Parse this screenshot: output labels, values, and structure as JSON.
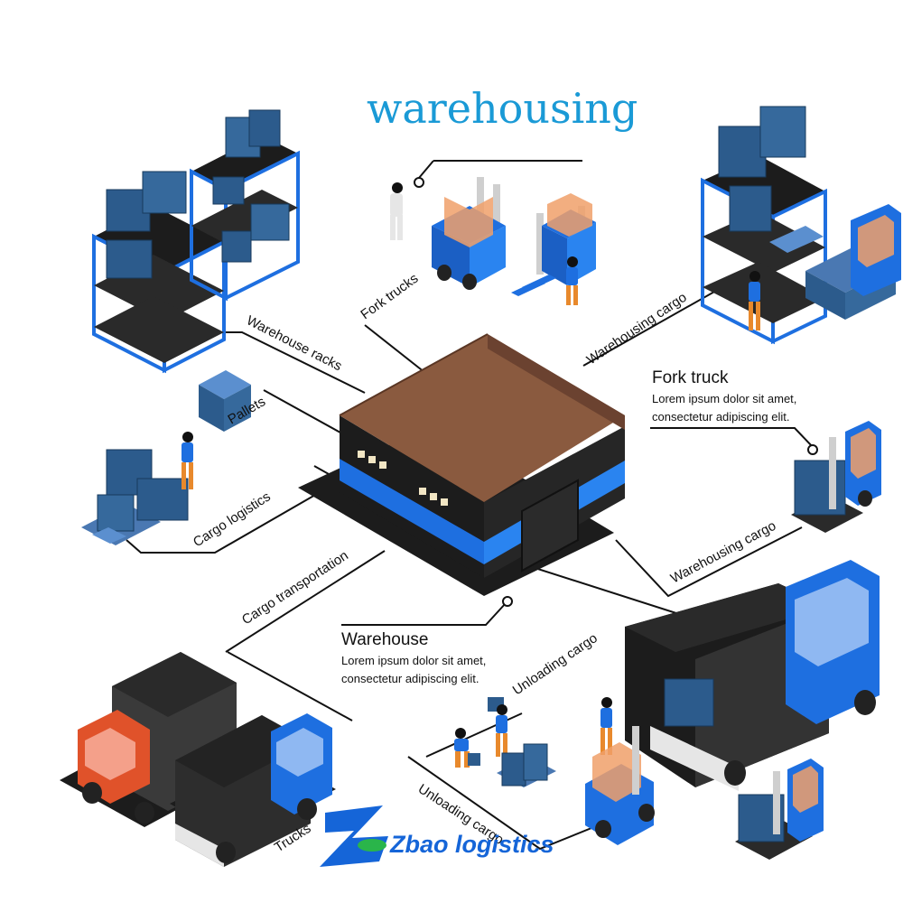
{
  "title": "warehousing",
  "labels": {
    "fork_trucks": "Fork trucks",
    "warehouse_racks": "Warehouse racks",
    "warehousing_cargo_top": "Warehousing cargo",
    "pallets": "Pallets",
    "cargo_logistics": "Cargo logistics",
    "warehousing_cargo_right": "Warehousing cargo",
    "cargo_transportation": "Cargo transportation",
    "unloading_cargo_upper": "Unloading cargo",
    "unloading_cargo_lower": "Unloading cargo",
    "trucks": "Trucks"
  },
  "callouts": {
    "fork_truck": {
      "heading": "Fork truck",
      "line1": "Lorem ipsum dolor sit amet,",
      "line2": "consectetur adipiscing elit."
    },
    "warehouse": {
      "heading": "Warehouse",
      "line1": "Lorem ipsum dolor sit amet,",
      "line2": "consectetur adipiscing elit."
    }
  },
  "logo": {
    "text": "Zbao logistics"
  },
  "colors": {
    "title": "#1a9ad6",
    "blue": "#1e6fe0",
    "box_blue": "#2c5b8c",
    "roof_brown": "#8a5a3f",
    "orange": "#e8892c",
    "red_cab": "#e0522a",
    "dark": "#1c1c1c",
    "logo_blue": "#1565d8",
    "logo_green": "#2ab54a"
  }
}
